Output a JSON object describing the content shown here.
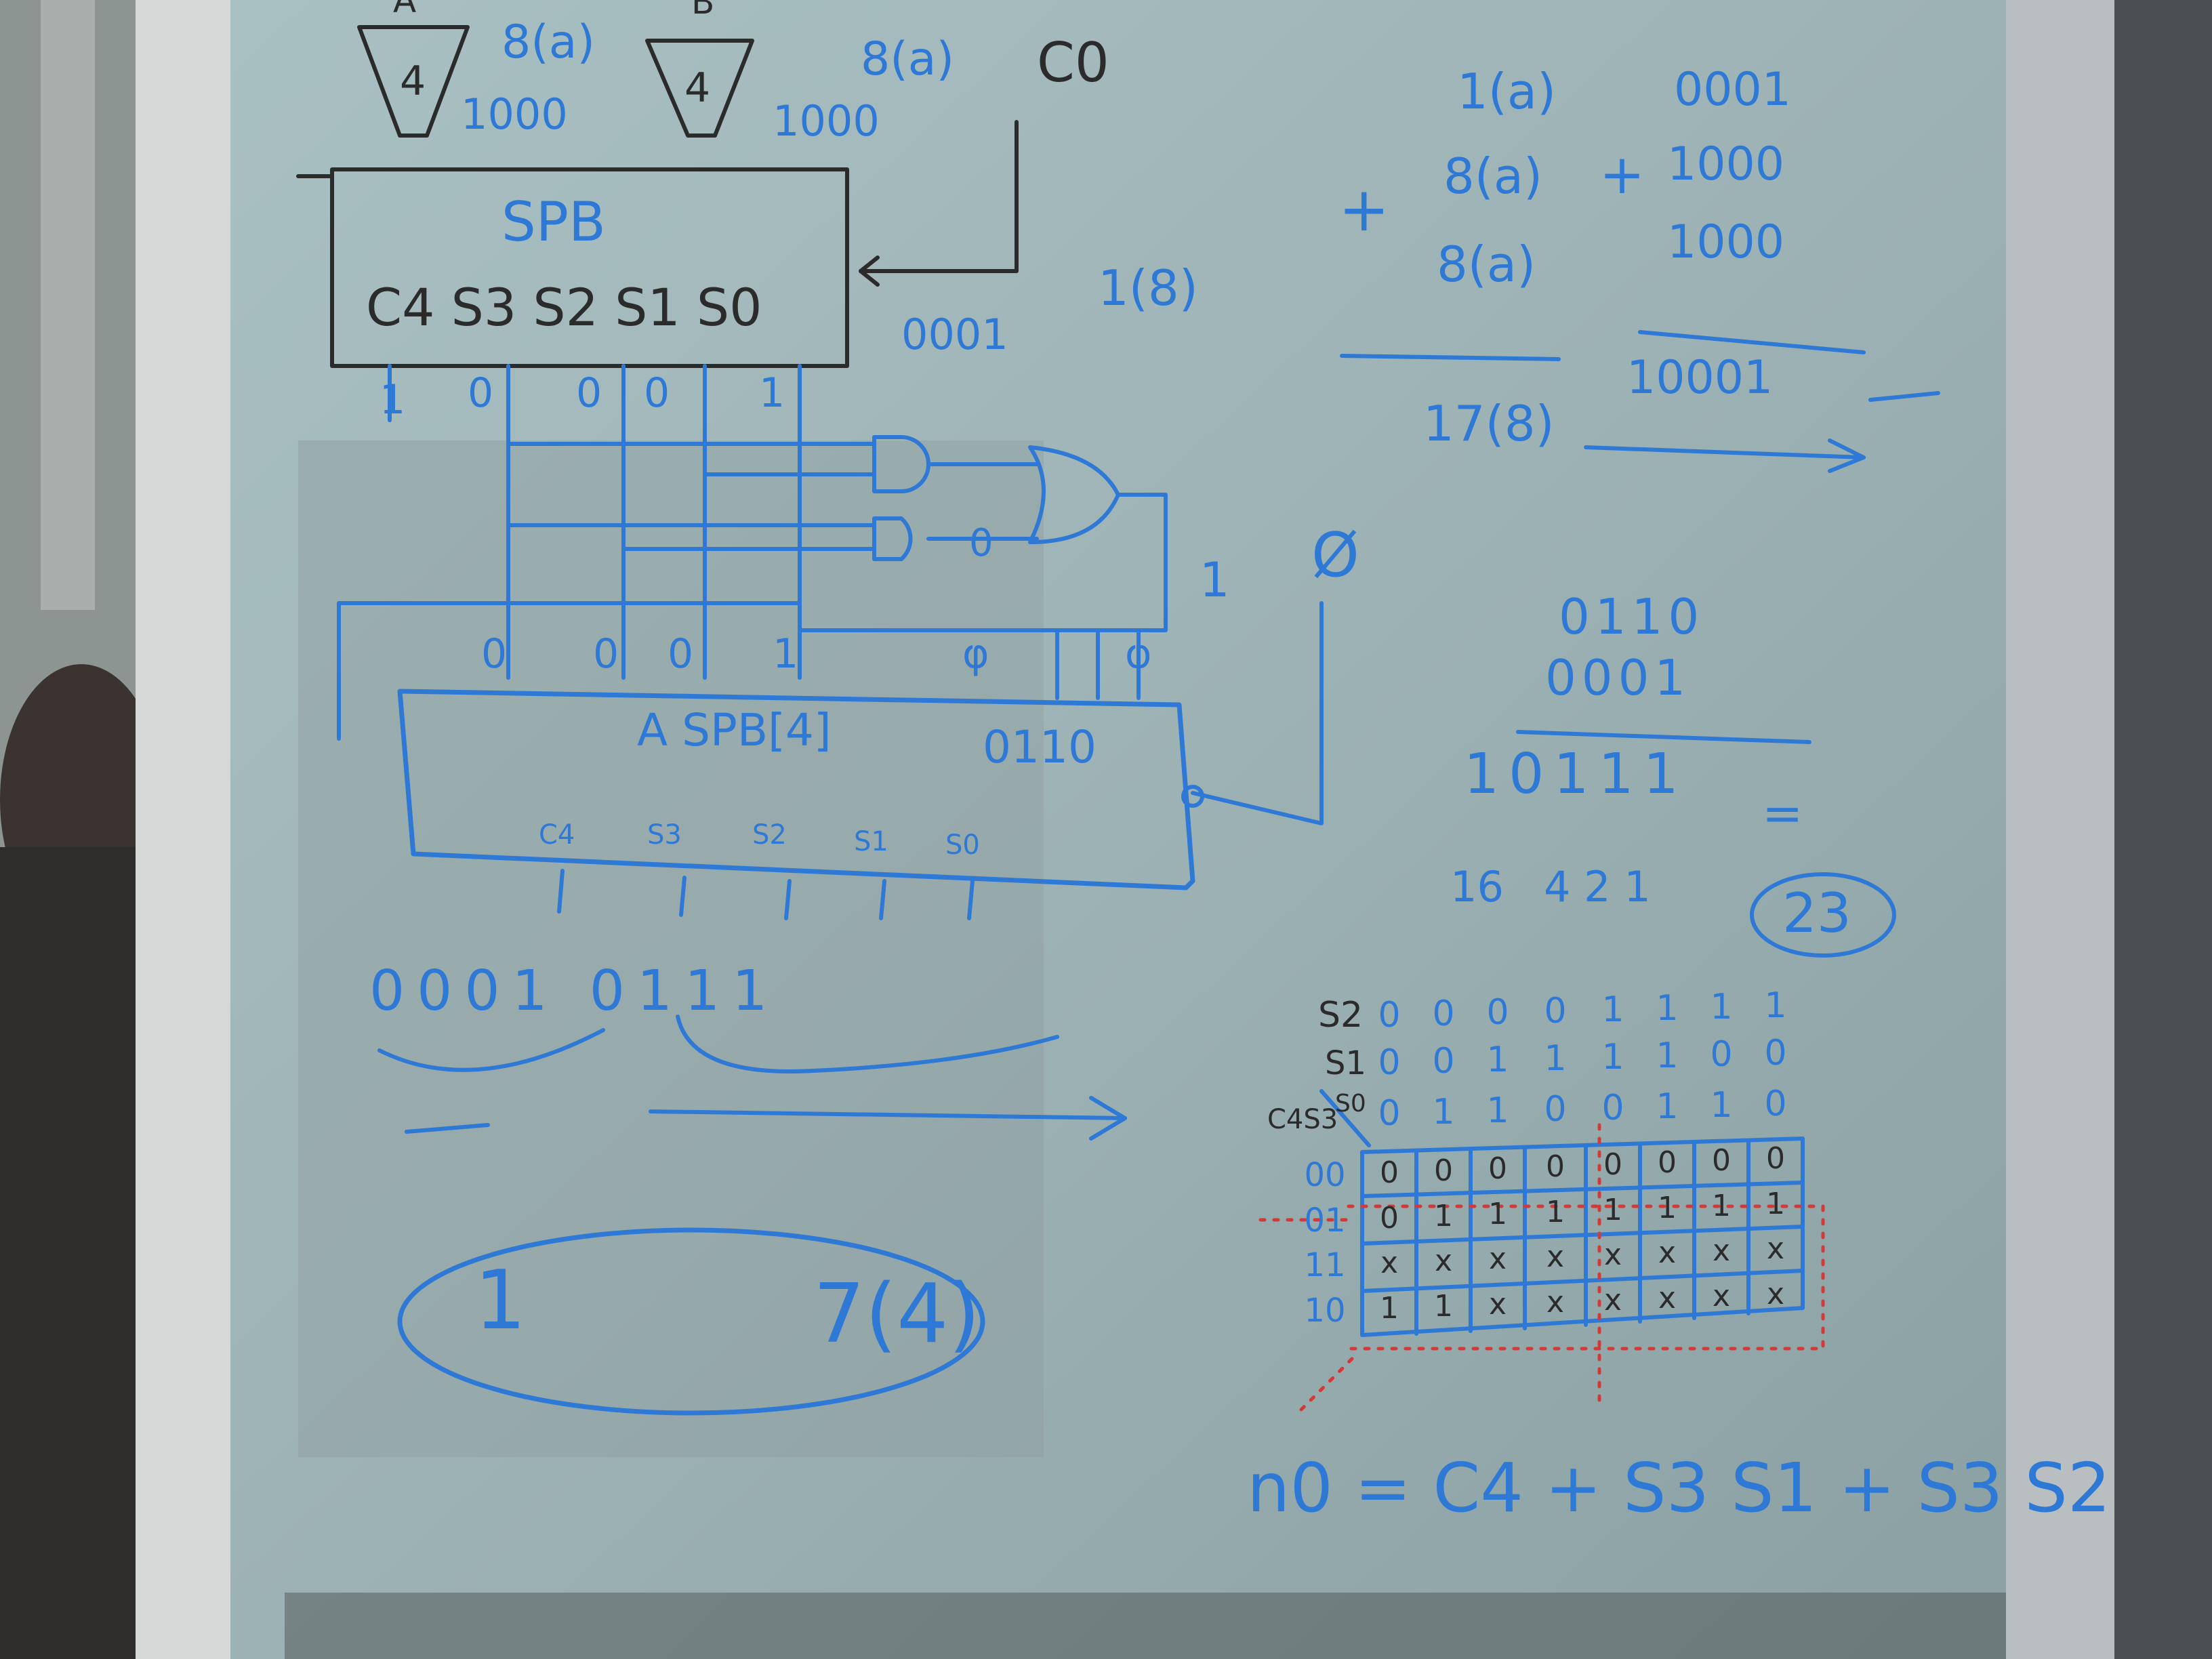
{
  "colors": {
    "marker_blue": "#2f79d6",
    "marker_blue_dark": "#1f5fc0",
    "marker_black": "#2b2b2b",
    "glass": "#9fb4b6",
    "frame": "#c9cdcf",
    "red_dots": "#d23a3a"
  },
  "top": {
    "mux_a_label": "A",
    "mux_b_label": "B",
    "mux_a_inner": "4",
    "mux_b_inner": "4",
    "a_value": "8(a)",
    "b_value": "8(a)",
    "a_bits": "1000",
    "b_bits": "1000",
    "carry_in": "C0"
  },
  "adder1": {
    "title": "SPB",
    "outputs": "C4 S3 S2 S1 S0",
    "out_bits": [
      "1",
      "0",
      "0",
      "0",
      "1"
    ],
    "side_bits": "0001",
    "side_value": "1(8)"
  },
  "addition": {
    "col1": [
      "1(a)",
      "8(a)",
      "8(a)"
    ],
    "col2": [
      "0001",
      "1000",
      "1000"
    ],
    "plus1": "+",
    "plus2": "+",
    "sum_left": "17(8)",
    "sum_right": "10001"
  },
  "logic": {
    "gate_out_1": "1",
    "null_symbol": "Ø",
    "phi": "φ",
    "and2_out": "0",
    "bus_bits": [
      "0",
      "0",
      "0",
      "1"
    ],
    "bus_bits_right": "φ"
  },
  "adder2": {
    "title": "A  SPB[4]",
    "b_bits": "0110",
    "outputs": [
      "C4",
      "S3",
      "S2",
      "S1",
      "S0"
    ]
  },
  "result": {
    "bits": "0001 0111",
    "group_left": "1",
    "group_right": "7(4)"
  },
  "bcd_sum": {
    "row1": "0110",
    "row2": "0001",
    "result": "10111",
    "equals": "=",
    "weights": "16   4 2 1",
    "total": "23"
  },
  "kmap": {
    "s2_label": "S2",
    "s1_label": "S1",
    "s0_label": "S0",
    "corner_label": "C4S3",
    "s2_row": [
      "0",
      "0",
      "0",
      "0",
      "1",
      "1",
      "1",
      "1"
    ],
    "s1_row": [
      "0",
      "0",
      "1",
      "1",
      "1",
      "1",
      "0",
      "0"
    ],
    "s0_row": [
      "0",
      "1",
      "1",
      "0",
      "0",
      "1",
      "1",
      "0"
    ],
    "row_labels": [
      "00",
      "01",
      "11",
      "10"
    ],
    "cells": [
      [
        "0",
        "0",
        "0",
        "0",
        "0",
        "0",
        "0",
        "0"
      ],
      [
        "0",
        "1",
        "1",
        "1",
        "1",
        "1",
        "1",
        "1"
      ],
      [
        "x",
        "x",
        "x",
        "x",
        "x",
        "x",
        "x",
        "x"
      ],
      [
        "1",
        "1",
        "x",
        "x",
        "x",
        "x",
        "x",
        "x"
      ]
    ],
    "equation": "n0 = C4 + S3 S1 + S3 S2"
  }
}
